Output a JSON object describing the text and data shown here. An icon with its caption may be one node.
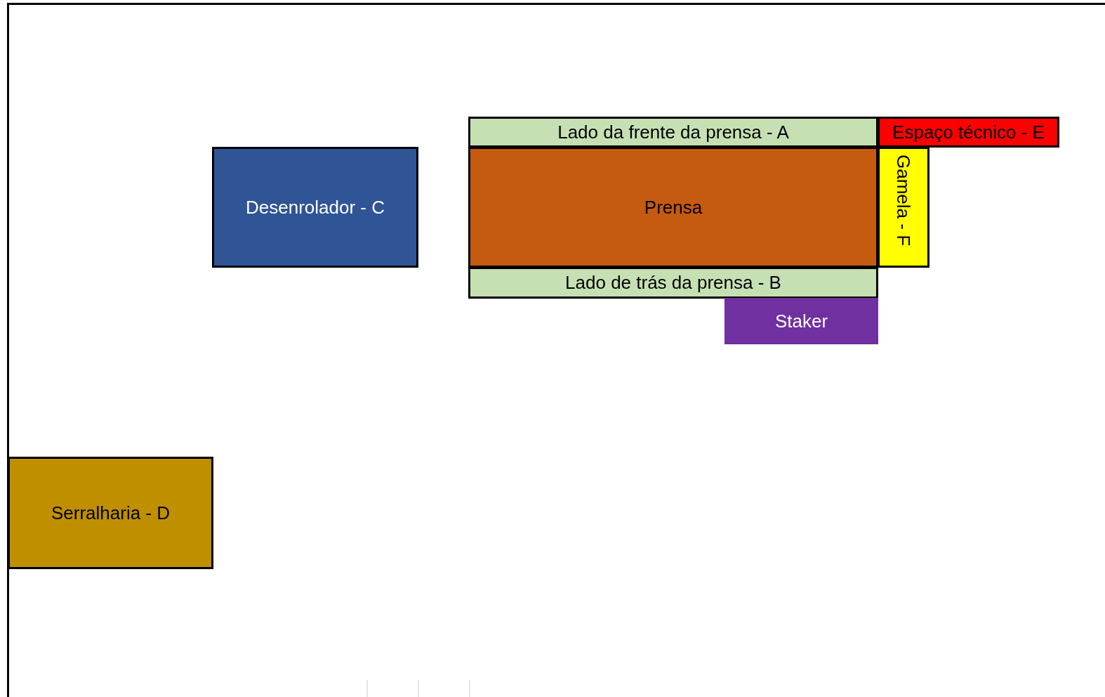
{
  "diagram": {
    "nodes": [
      {
        "text": [
          "Lado da frente da prensa - A"
        ]
      },
      {
        "text": [
          "Espaço técnico - E"
        ]
      },
      {
        "text": [
          "Desenrolador - C"
        ]
      },
      {
        "text": [
          "Prensa"
        ]
      },
      {
        "text": [
          "Gamela - F"
        ]
      },
      {
        "text": [
          "Lado de trás da prensa - B"
        ]
      },
      {
        "text": [
          "Staker"
        ]
      },
      {
        "text": [
          "Serralharia - D"
        ]
      }
    ],
    "edges": []
  }
}
